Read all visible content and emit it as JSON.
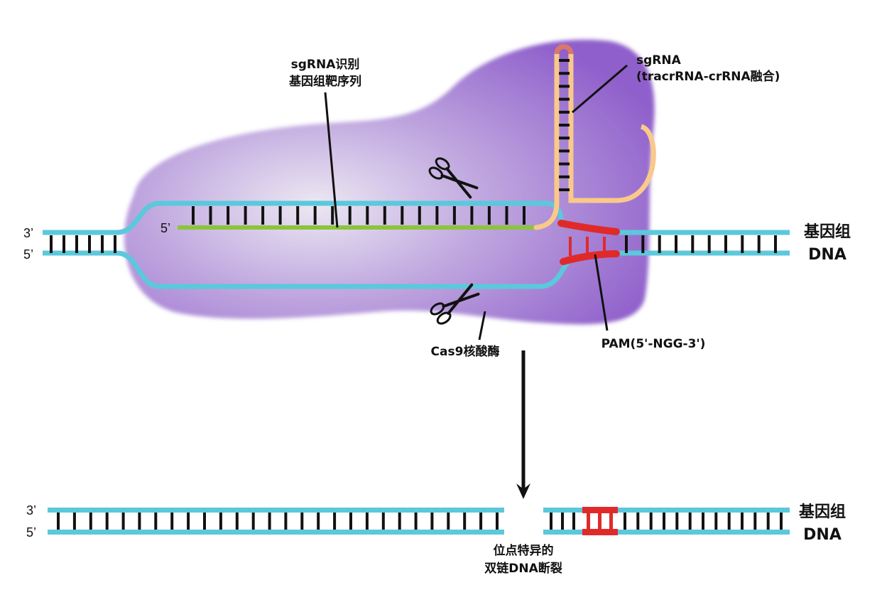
{
  "diagram": {
    "title": "CRISPR-Cas9 genome editing mechanism",
    "colors": {
      "dna_strand": "#5bc8dc",
      "base_pair": "#111111",
      "guide_rna_spacer": "#8cc43c",
      "sgrna_scaffold": "#f9c98a",
      "sgrna_loop_tip": "#d9786a",
      "pam": "#e02a2a",
      "cas9_body": "#9b6fd0",
      "cas9_highlight": "#ece8f2",
      "text": "#111111"
    },
    "labels": {
      "sgrna_recognition_line1": "sgRNA识别",
      "sgrna_recognition_line2": "基因组靶序列",
      "sgrna_name_line1": "sgRNA",
      "sgrna_name_line2": "(tracrRNA-crRNA融合)",
      "cas9": "Cas9核酸酶",
      "pam": "PAM(5'-NGG-3')",
      "genome_dna_top_line1": "基因组",
      "genome_dna_top_line2": "DNA",
      "genome_dna_bottom_line1": "基因组",
      "genome_dna_bottom_line2": "DNA",
      "dsb_line1": "位点特异的",
      "dsb_line2": "双链DNA断裂"
    },
    "strand_ends": {
      "top_upper": "3’",
      "top_lower": "5’",
      "guide_start": "5’",
      "bottom_upper": "3’",
      "bottom_lower": "5’"
    },
    "icons": {
      "upper_cut": "scissors-icon",
      "lower_cut": "scissors-icon",
      "process_arrow": "arrow-down-icon"
    },
    "counts": {
      "left_flank_base_pairs": 6,
      "guide_base_pairs": 20,
      "right_flank_base_pairs": 10,
      "sgrna_stem_pairs": 11,
      "pam_bridges": 3,
      "result_left_base_pairs": 28,
      "result_right_base_pairs": 16
    }
  }
}
